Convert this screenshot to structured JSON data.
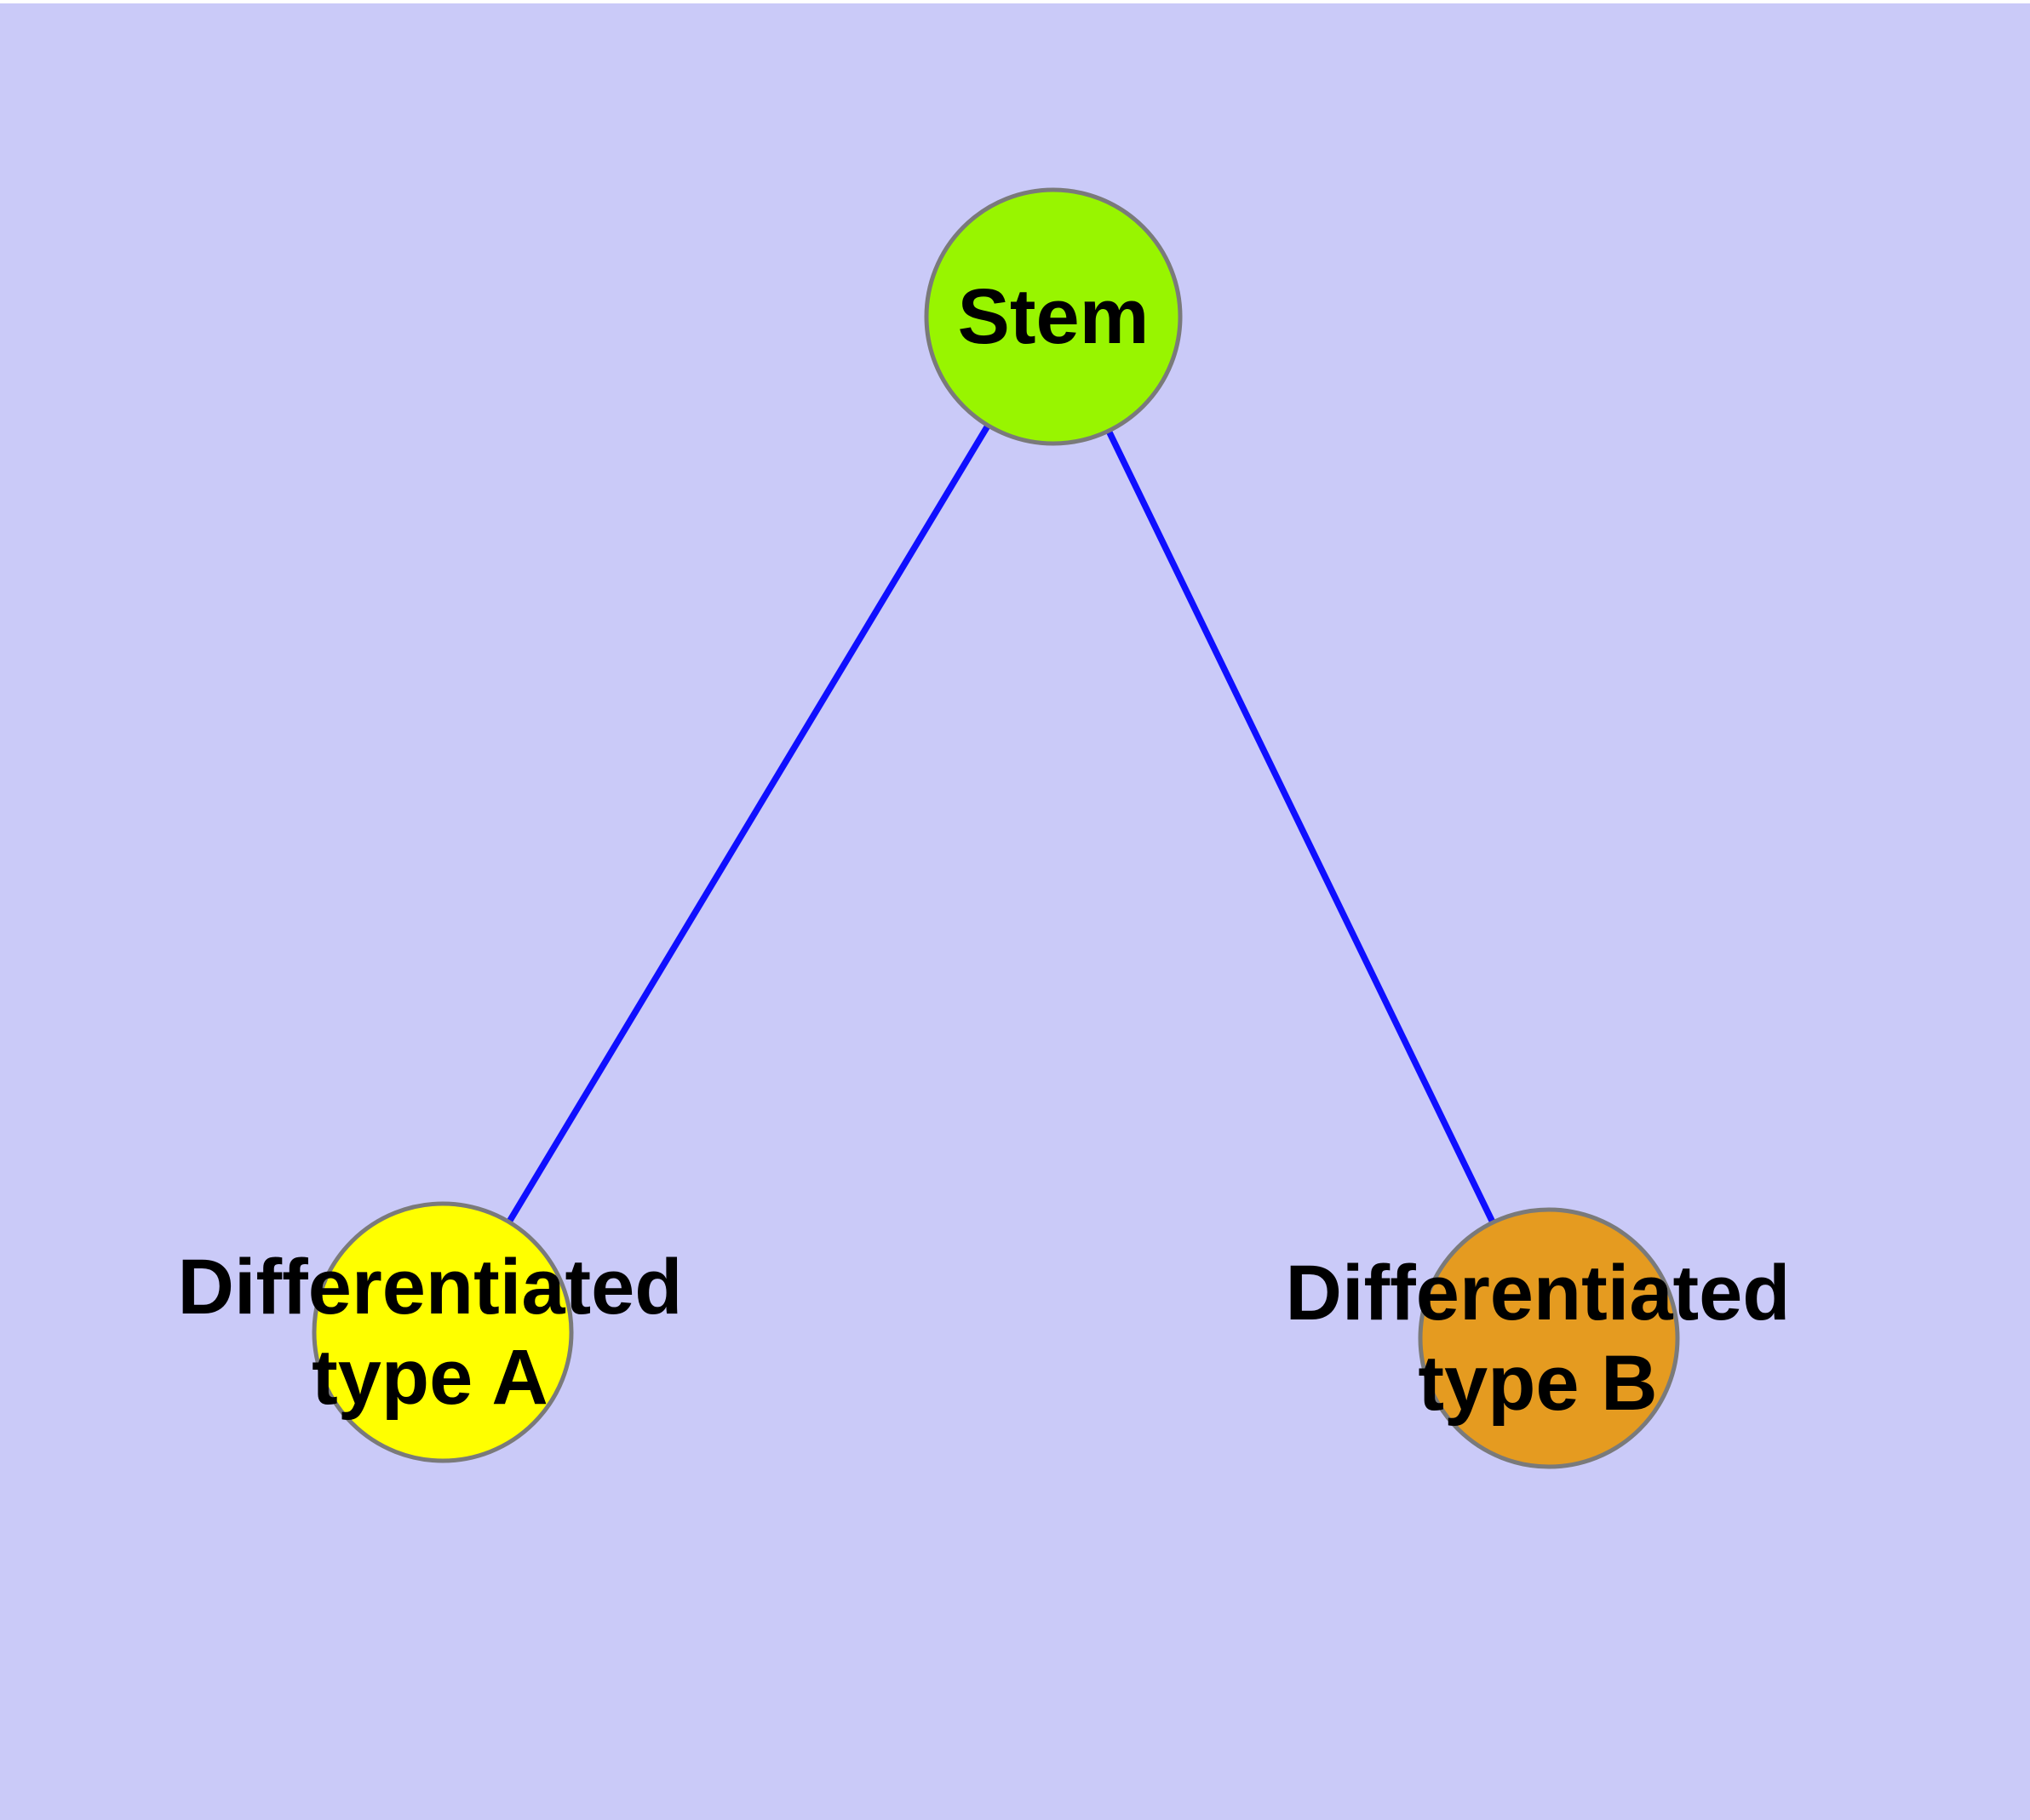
{
  "diagram": {
    "type": "graph",
    "background_color": "#CACAF8",
    "edge_color": "#0F0FFF",
    "node_border_color": "#7A7A7A",
    "label_color": "#000000",
    "nodes": [
      {
        "id": "stem",
        "label": "Stem",
        "label_lines": [
          "Stem"
        ],
        "fill": "#98F500"
      },
      {
        "id": "differentiated-type-a",
        "label": "Differentiated type A",
        "label_lines": [
          "Differentiated",
          "type A"
        ],
        "fill": "#FFFF00"
      },
      {
        "id": "differentiated-type-b",
        "label": "Differentiated type B",
        "label_lines": [
          "Differentiated",
          "type B"
        ],
        "fill": "#E59B20"
      }
    ],
    "edges": [
      {
        "from": "stem",
        "to": "differentiated-type-a"
      },
      {
        "from": "stem",
        "to": "differentiated-type-b"
      }
    ]
  }
}
